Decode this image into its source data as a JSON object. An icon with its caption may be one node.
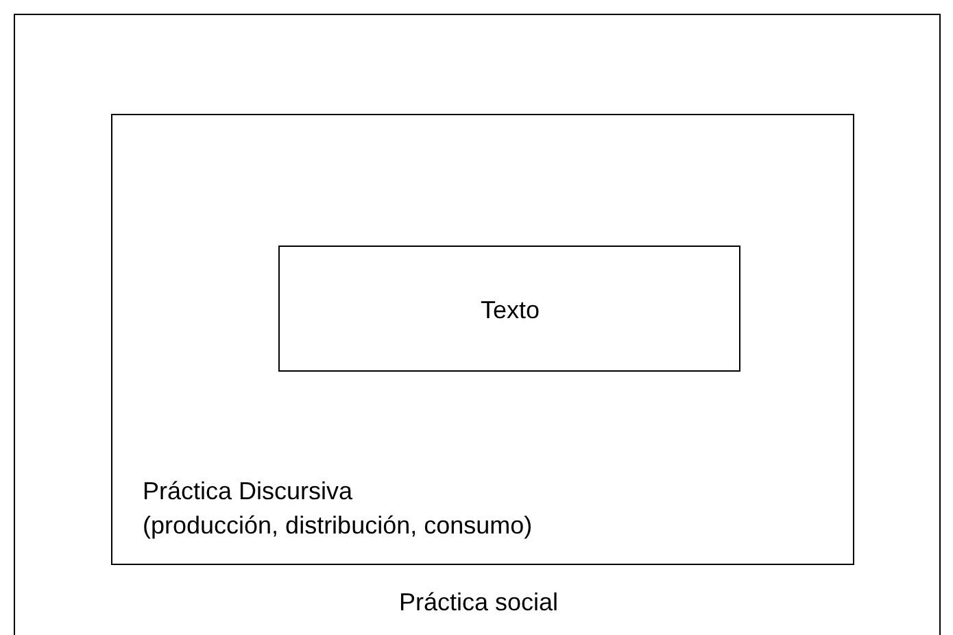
{
  "diagram": {
    "nodes": [
      {
        "text": [
          "Práctica social"
        ]
      },
      {
        "text": [
          "Práctica Discursiva",
          "(producción, distribución, consumo)"
        ],
        "in": 0
      },
      {
        "text": [
          "Texto"
        ],
        "in": 1
      }
    ]
  }
}
